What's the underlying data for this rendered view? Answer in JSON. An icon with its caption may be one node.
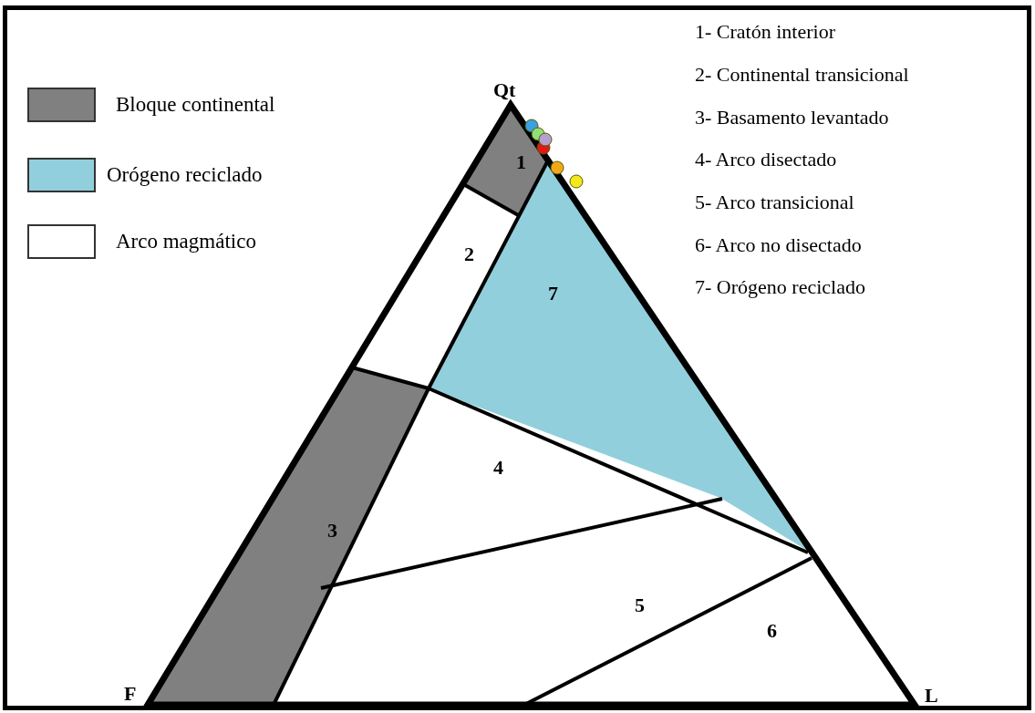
{
  "diagram": {
    "labels": [
      "1- Cratón interior",
      "2- Continental transicional",
      "3- Basamento levantado",
      "4- Arco disectado",
      "5- Arco transicional",
      "6- Arco no disectado",
      "7- Orógeno reciclado",
      "Qt",
      "1",
      "2",
      "7",
      "4",
      "3",
      "5",
      "6",
      "F",
      "L"
    ],
    "legend": [
      {
        "text": "Bloque continental",
        "color": "#808080"
      },
      {
        "text": "Orógeno reciclado",
        "color": "#92cfdc"
      },
      {
        "text": "Arco magmático",
        "color": "#ffffff"
      }
    ]
  }
}
